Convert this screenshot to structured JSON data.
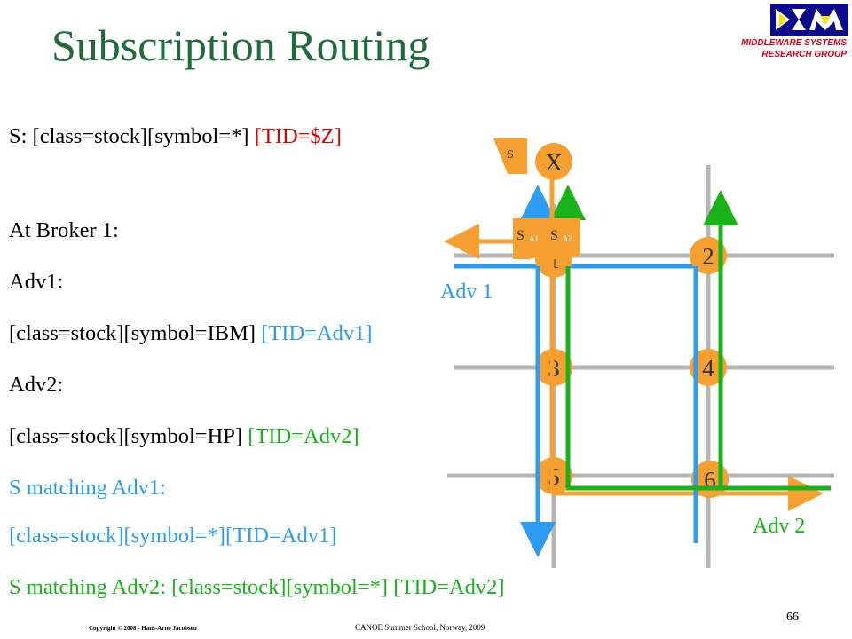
{
  "title": "Subscription Routing",
  "logo": {
    "line1": "MIDDLEWARE SYSTEMS",
    "line2": "RESEARCH GROUP"
  },
  "lines": {
    "s_def_a": "S: [class=stock][symbol=*]",
    "s_def_b": "[TID=$Z]",
    "at_broker": "At Broker 1:",
    "adv1": "Adv1:",
    "adv1_def_a": "[class=stock][symbol=IBM]",
    "adv1_def_b": "[TID=Adv1]",
    "adv2": "Adv2:",
    "adv2_def_a": "[class=stock][symbol=HP]",
    "adv2_def_b": "[TID=Adv2]",
    "s_match1": "S matching Adv1:",
    "s_match1_def": "[class=stock][symbol=*][TID=Adv1]",
    "s_match2": "S matching Adv2: [class=stock][symbol=*] [TID=Adv2]"
  },
  "diagram": {
    "nodes": {
      "x": "X",
      "n1": "1",
      "n2": "2",
      "n3": "3",
      "n4": "4",
      "n5": "5",
      "n6": "6"
    },
    "sub_tag": "S",
    "sub_a1": {
      "s": "S",
      "sub": "A1"
    },
    "sub_a2": {
      "s": "S",
      "sub": "A2"
    },
    "adv1_label": "Adv 1",
    "adv2_label": "Adv 2"
  },
  "colors": {
    "title": "#1f6b3a",
    "red": "#e00000",
    "blue": "#2b9cf2",
    "green": "#19b319",
    "orange": "#f5a030",
    "grid": "#b5b5b5"
  },
  "footer": {
    "copyright": "Copyright © 2008 - Hans-Arno Jacobsen",
    "event": "CANOE Summer School, Norway, 2009",
    "page": "66"
  }
}
